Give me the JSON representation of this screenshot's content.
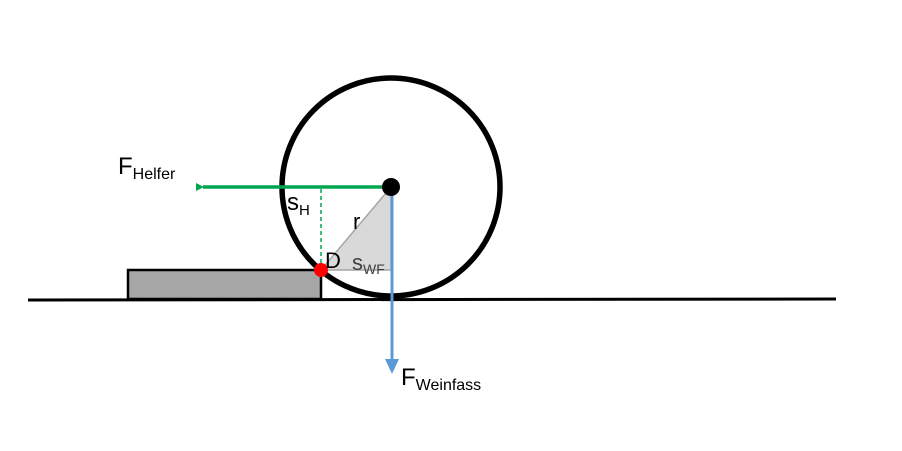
{
  "labels": {
    "f_helper_main": "F",
    "f_helper_sub": "Helfer",
    "f_barrel_main": "F",
    "f_barrel_sub": "Weinfass",
    "s_h_main": "s",
    "s_h_sub": "H",
    "s_wf_main": "s",
    "s_wf_sub": "WF",
    "radius": "r",
    "pivot": "D"
  },
  "colors": {
    "helper_force_arrow": "#00a550",
    "barrel_force_arrow": "#5b9bd5",
    "pivot_point": "#ff0000",
    "step_block_fill": "#a6a6a6",
    "triangle_fill": "#d9d9d9",
    "triangle_stroke": "#a6a6a6",
    "outline": "#000000"
  }
}
